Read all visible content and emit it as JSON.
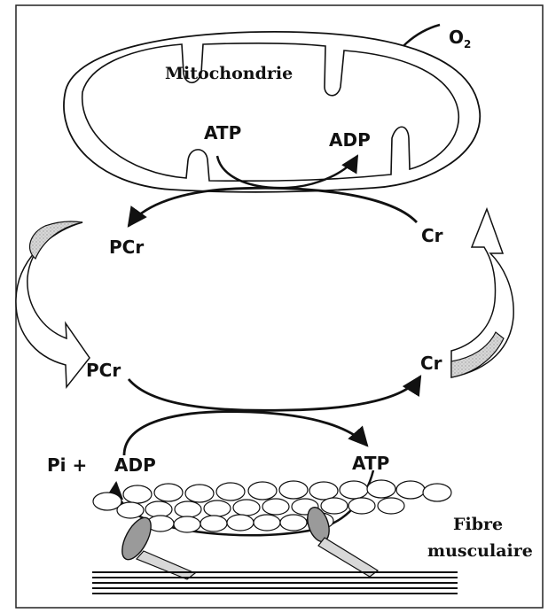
{
  "labels": {
    "oxygen": "O",
    "oxygen_subscript": "2",
    "mitochondrion": "Mitochondrie",
    "atp_top": "ATP",
    "adp_top": "ADP",
    "pcr_upper": "PCr",
    "cr_upper": "Cr",
    "pcr_lower": "PCr",
    "cr_lower": "Cr",
    "pi_plus": "Pi +",
    "adp_bottom": "ADP",
    "atp_bottom": "ATP",
    "muscle_fiber_line1": "Fibre",
    "muscle_fiber_line2": "musculaire"
  },
  "colors": {
    "stroke": "#111111",
    "side_arrow_fill": "#d7d7d7",
    "fiber_head_fill": "#9a9a9a",
    "myosin_fill": "#d8d8d8",
    "background": "#ffffff"
  }
}
